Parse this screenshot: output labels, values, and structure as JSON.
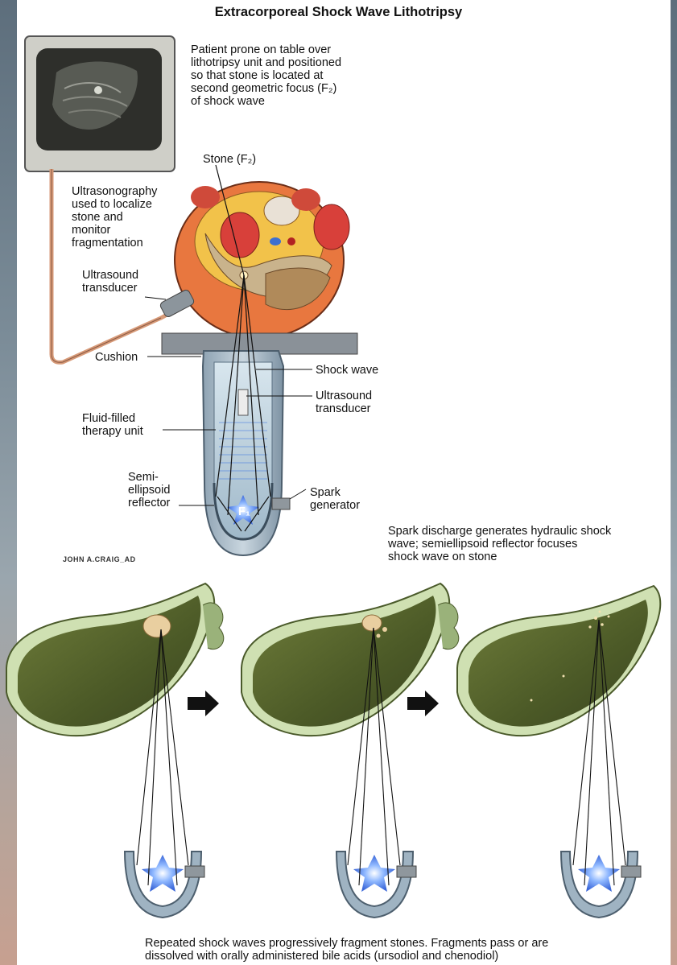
{
  "title": "Extracorporeal Shock Wave Lithotripsy",
  "labels": {
    "patient_prone": "Patient prone on table over\nlithotripsy unit and positioned\nso that stone is located at\nsecond geometric focus (F₂)\nof shock wave",
    "stone": "Stone (F₂)",
    "ultrasonography": "Ultrasonography\nused to localize\nstone and\nmonitor\nfragmentation",
    "ultrasound_transducer_left": "Ultrasound\ntransducer",
    "cushion": "Cushion",
    "shock_wave": "Shock wave",
    "ultrasound_transducer_right": "Ultrasound\ntransducer",
    "fluid_filled": "Fluid-filled\ntherapy unit",
    "reflector": "Semi-\nellipsoid\nreflector",
    "spark_generator": "Spark\ngenerator",
    "f1": "F₁",
    "spark_discharge": "Spark discharge generates hydraulic shock\nwave; semiellipsoid reflector focuses\nshock wave on stone",
    "repeated": "Repeated shock waves progressively fragment stones. Fragments pass or are\ndissolved with orally administered bile acids (ursodiol and chenodiol)"
  },
  "signature": "JOHN A.CRAIG_AD",
  "colors": {
    "accent_blue": "#4a7fe0",
    "gallbladder": "#55632e",
    "tissue": "#e7744a"
  }
}
